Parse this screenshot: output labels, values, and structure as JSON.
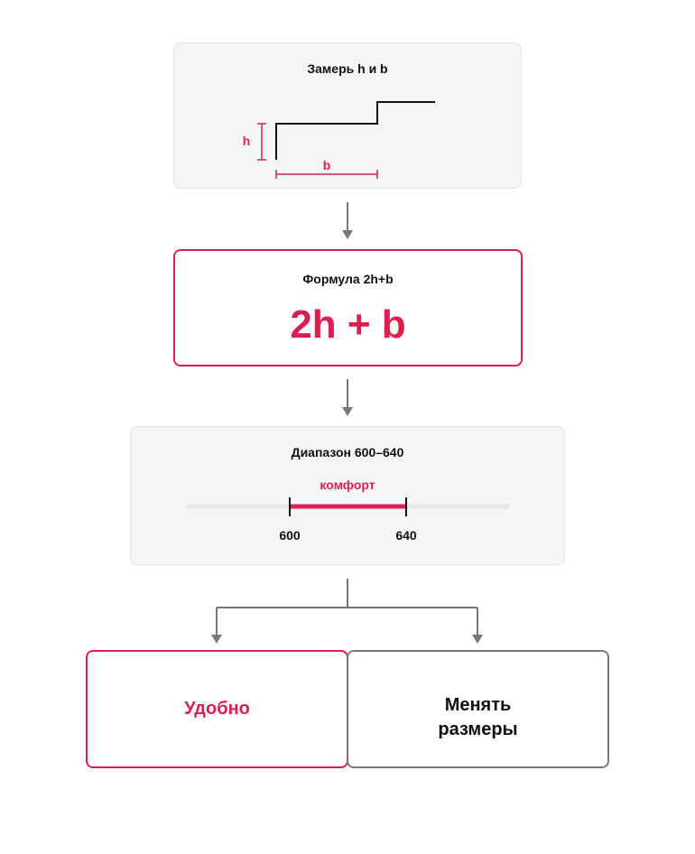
{
  "colors": {
    "accent": "#dc1f4f",
    "connector": "#777777",
    "panel_bg": "#f5f5f5",
    "track": "#e6e6ea"
  },
  "measure": {
    "title": "Замерь h и b",
    "h_label": "h",
    "b_label": "b"
  },
  "formula": {
    "title": "Формула 2h+b",
    "expression": "2h + b"
  },
  "range": {
    "title": "Диапазон 600–640",
    "band_label": "комфорт",
    "min_label": "600",
    "max_label": "640"
  },
  "results": {
    "ok_label": "Удобно",
    "change_line1": "Менять",
    "change_line2": "размеры"
  }
}
